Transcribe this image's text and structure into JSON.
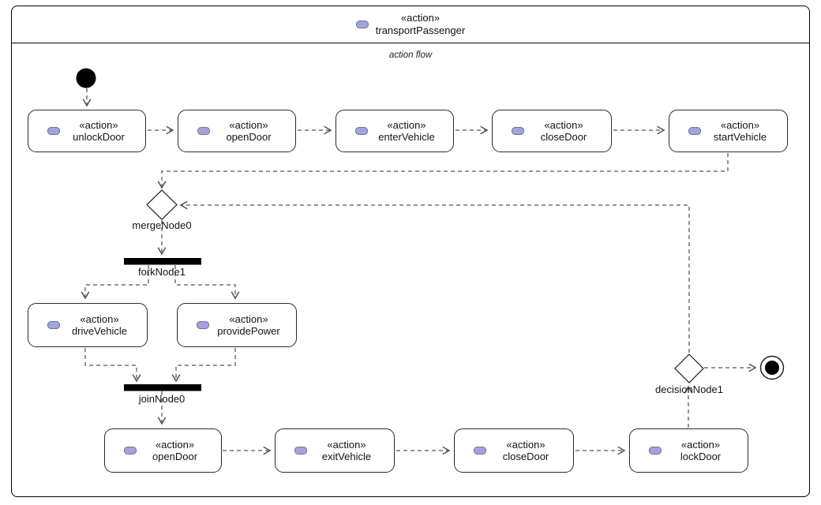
{
  "frame": {
    "stereotype": "«action»",
    "title": "transportPassenger",
    "flow_label": "action flow"
  },
  "actions": {
    "top_row": [
      {
        "stereotype": "«action»",
        "name": "unlockDoor"
      },
      {
        "stereotype": "«action»",
        "name": "openDoor"
      },
      {
        "stereotype": "«action»",
        "name": "enterVehicle"
      },
      {
        "stereotype": "«action»",
        "name": "closeDoor"
      },
      {
        "stereotype": "«action»",
        "name": "startVehicle"
      }
    ],
    "middle_row": [
      {
        "stereotype": "«action»",
        "name": "driveVehicle"
      },
      {
        "stereotype": "«action»",
        "name": "providePower"
      }
    ],
    "bottom_row": [
      {
        "stereotype": "«action»",
        "name": "openDoor"
      },
      {
        "stereotype": "«action»",
        "name": "exitVehicle"
      },
      {
        "stereotype": "«action»",
        "name": "closeDoor"
      },
      {
        "stereotype": "«action»",
        "name": "lockDoor"
      }
    ]
  },
  "control_nodes": {
    "merge": "mergeNode0",
    "fork": "forkNode1",
    "join": "joinNode0",
    "decision": "decisionNode1"
  },
  "colors": {
    "action_icon_fill": "#A3A3DC",
    "action_icon_border": "#70709F",
    "edge": "#565656",
    "node_border": "#2b2b2b",
    "bar_fill": "#000000"
  }
}
